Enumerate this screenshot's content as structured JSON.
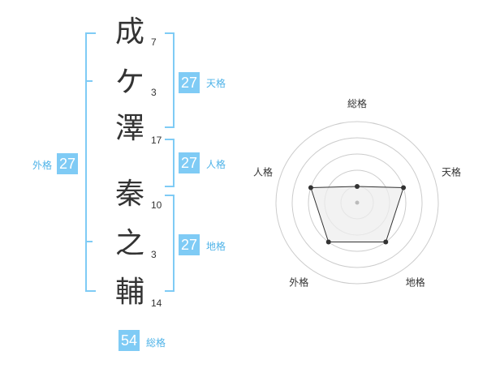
{
  "colors": {
    "accent": "#7fcbf5",
    "accent_text": "#4fb3e8",
    "badge_text": "#ffffff",
    "char_text": "#333333",
    "radar_grid": "#cccccc",
    "radar_fill": "#eeeeee",
    "radar_line": "#333333",
    "center_dot": "#bbbbbb"
  },
  "name": {
    "characters": [
      {
        "char": "成",
        "strokes": "7"
      },
      {
        "char": "ケ",
        "strokes": "3"
      },
      {
        "char": "澤",
        "strokes": "17"
      },
      {
        "char": "秦",
        "strokes": "10"
      },
      {
        "char": "之",
        "strokes": "3"
      },
      {
        "char": "輔",
        "strokes": "14"
      }
    ]
  },
  "scores": {
    "tenkaku": {
      "value": "27",
      "label": "天格"
    },
    "jinkaku": {
      "value": "27",
      "label": "人格"
    },
    "chikaku": {
      "value": "27",
      "label": "地格"
    },
    "gaikaku": {
      "value": "27",
      "label": "外格"
    },
    "soukaku": {
      "value": "54",
      "label": "総格"
    }
  },
  "chart_data": {
    "type": "radar",
    "axes": [
      "総格",
      "天格",
      "地格",
      "外格",
      "人格"
    ],
    "values": [
      1,
      3,
      3,
      3,
      3
    ],
    "max": 5,
    "rings": 5,
    "grid": true
  }
}
